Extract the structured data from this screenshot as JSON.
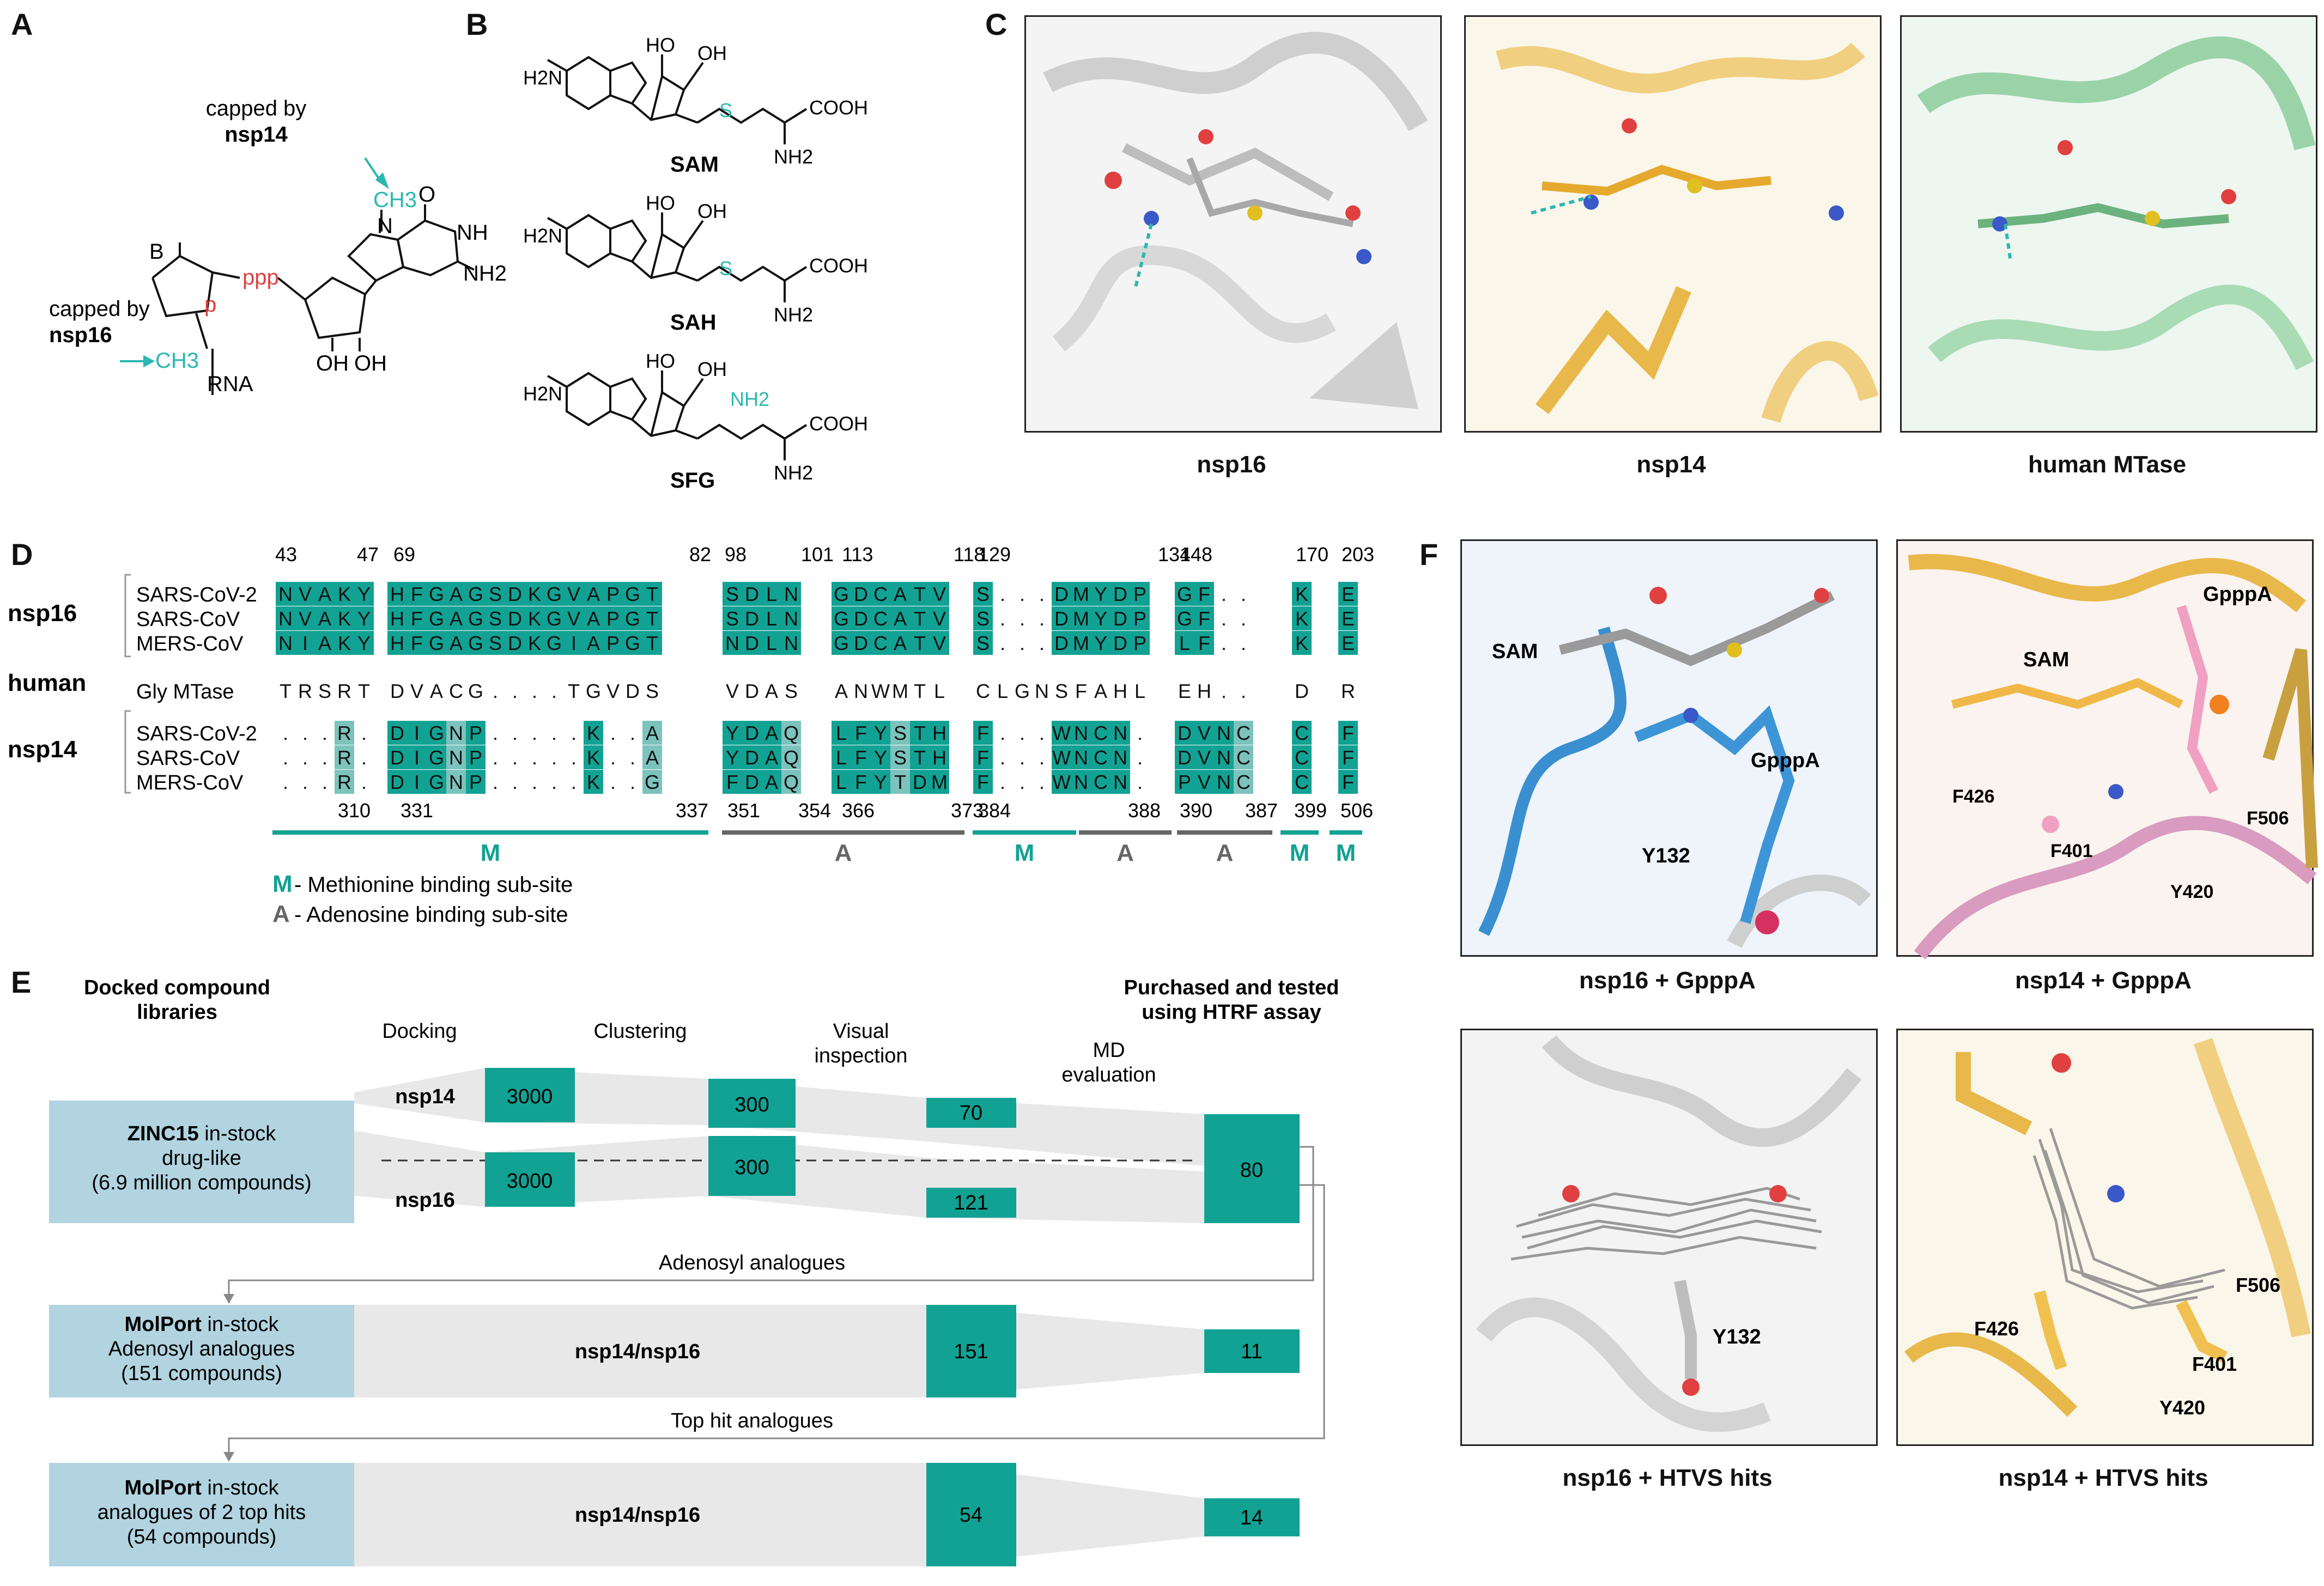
{
  "panels": {
    "A": "A",
    "B": "B",
    "C": "C",
    "D": "D",
    "E": "E",
    "F": "F"
  },
  "panelA": {
    "capped_nsp14": "capped by",
    "nsp14": "nsp14",
    "capped_nsp16": "capped by",
    "nsp16": "nsp16",
    "ch3": "CH3",
    "ppp": "ppp",
    "p": "p",
    "B": "B",
    "RNA": "RNA",
    "O": "O",
    "OH": "OH",
    "NH": "NH",
    "NH2": "NH2",
    "N": "N"
  },
  "panelB": {
    "sam": "SAM",
    "sah": "SAH",
    "sfg": "SFG",
    "cooh": "COOH",
    "nh2": "NH2",
    "ho": "HO",
    "oh": "OH",
    "h2n": "H2N",
    "s": "S",
    "N": "N",
    "O": "O"
  },
  "panelC": {
    "captions": [
      "nsp16",
      "nsp14",
      "human MTase"
    ],
    "colors": [
      "#c8c8c8",
      "#f0c35a",
      "#7fbf8e"
    ]
  },
  "panelD": {
    "top_numbers": [
      "43",
      "47",
      "69",
      "82",
      "98",
      "101",
      "113",
      "118",
      "129",
      "134",
      "148",
      "170",
      "203"
    ],
    "bottom_numbers": [
      "310",
      "331",
      "337",
      "351",
      "354",
      "366",
      "373",
      "384",
      "388",
      "390",
      "387",
      "399",
      "506"
    ],
    "group_nsp16": "nsp16",
    "group_human": "human",
    "group_nsp14": "nsp14",
    "species": [
      "SARS-CoV-2",
      "SARS-CoV",
      "MERS-CoV",
      "Gly MTase",
      "SARS-CoV-2",
      "SARS-CoV",
      "MERS-CoV"
    ],
    "rows": [
      [
        "NVAKY",
        "HFGAGSDKGVAPGT",
        "SDLN",
        "GDCATV",
        "S...DMYDP",
        "GF..",
        "K",
        "E"
      ],
      [
        "NVAKY",
        "HFGAGSDKGVAPGT",
        "SDLN",
        "GDCATV",
        "S...DMYDP",
        "GF..",
        "K",
        "E"
      ],
      [
        "NIAKY",
        "HFGAGSDKGIAPGT",
        "NDLN",
        "GDCATV",
        "S...DMYDP",
        "LF..",
        "K",
        "E"
      ],
      [
        "TRSRT",
        "DVACG....TGVDS",
        "VDAS",
        "ANWMTL",
        "CLGNSFAHL",
        "EH..",
        "D",
        "R"
      ],
      [
        "...R.",
        "DIGNP.....K..A",
        "YDAQ",
        "LFYSTH",
        "F...WNCN.",
        "DVNC",
        "C",
        "F"
      ],
      [
        "...R.",
        "DIGNP.....K..A",
        "YDAQ",
        "LFYSTH",
        "F...WNCN.",
        "DVNC",
        "C",
        "F"
      ],
      [
        "...R.",
        "DIGNP.....K..G",
        "FDAQ",
        "LFYTDM",
        "F...WNCN.",
        "PVNC",
        "C",
        "F"
      ]
    ],
    "subsites": [
      "M",
      "A",
      "M",
      "A",
      "A",
      "M",
      "M"
    ],
    "legend_m_letter": "M",
    "legend_m_text": "- Methionine binding sub-site",
    "legend_a_letter": "A",
    "legend_a_text": "- Adenosine binding sub-site",
    "colors": {
      "teal": "#12a293",
      "light": "#7cc3bd",
      "grey": "#666666"
    }
  },
  "panelE": {
    "header_docked_1": "Docked compound",
    "header_docked_2": "libraries",
    "header_docking": "Docking",
    "header_clustering": "Clustering",
    "header_visual_1": "Visual",
    "header_visual_2": "inspection",
    "header_md_1": "MD",
    "header_md_2": "evaluation",
    "header_purchased_1": "Purchased and tested",
    "header_purchased_2": "using HTRF assay",
    "lib1_bold": "ZINC15",
    "lib1_rest": " in-stock",
    "lib1_line2": "drug-like",
    "lib1_line3": "(6.9 million compounds)",
    "lib2_bold": "MolPort",
    "lib2_rest": " in-stock",
    "lib2_line2": "Adenosyl analogues",
    "lib2_line3": "(151 compounds)",
    "lib3_bold": "MolPort",
    "lib3_rest": " in-stock",
    "lib3_line2": "analogues of 2 top hits",
    "lib3_line3": "(54 compounds)",
    "target_nsp14": "nsp14",
    "target_nsp16": "nsp16",
    "target_both": "nsp14/nsp16",
    "counts_nsp14": [
      "3000",
      "300",
      "70"
    ],
    "counts_nsp16": [
      "3000",
      "300",
      "121"
    ],
    "purchased_1": "80",
    "row2_visual": "151",
    "purchased_2": "11",
    "row3_visual": "54",
    "purchased_3": "14",
    "label_adenosyl": "Adenosyl analogues",
    "label_tophit": "Top hit analogues",
    "colors": {
      "teal": "#12a293",
      "libbox": "#b1d4e0",
      "funnel": "#e8e8e8"
    }
  },
  "panelF": {
    "captions": [
      "nsp16 + GpppA",
      "nsp14 + GpppA",
      "nsp16 + HTVS hits",
      "nsp14 + HTVS hits"
    ],
    "labels_nsp16_gpppa": [
      "SAM",
      "GpppA",
      "Y132"
    ],
    "labels_nsp14_gpppa": [
      "GpppA",
      "SAM",
      "F426",
      "F506",
      "F401",
      "Y420"
    ],
    "labels_nsp16_htvs": [
      "Y132"
    ],
    "labels_nsp14_htvs": [
      "F506",
      "F426",
      "F401",
      "Y420"
    ]
  }
}
